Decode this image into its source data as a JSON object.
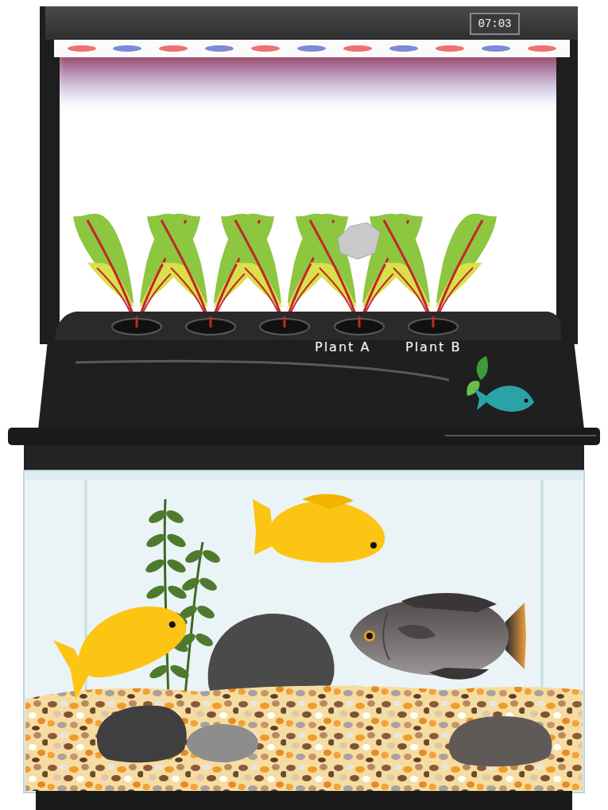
{
  "diagram": {
    "nodes": [
      {
        "text": [
          "07:03"
        ]
      }
    ],
    "labels": [
      "Plant A",
      "Plant B"
    ]
  }
}
